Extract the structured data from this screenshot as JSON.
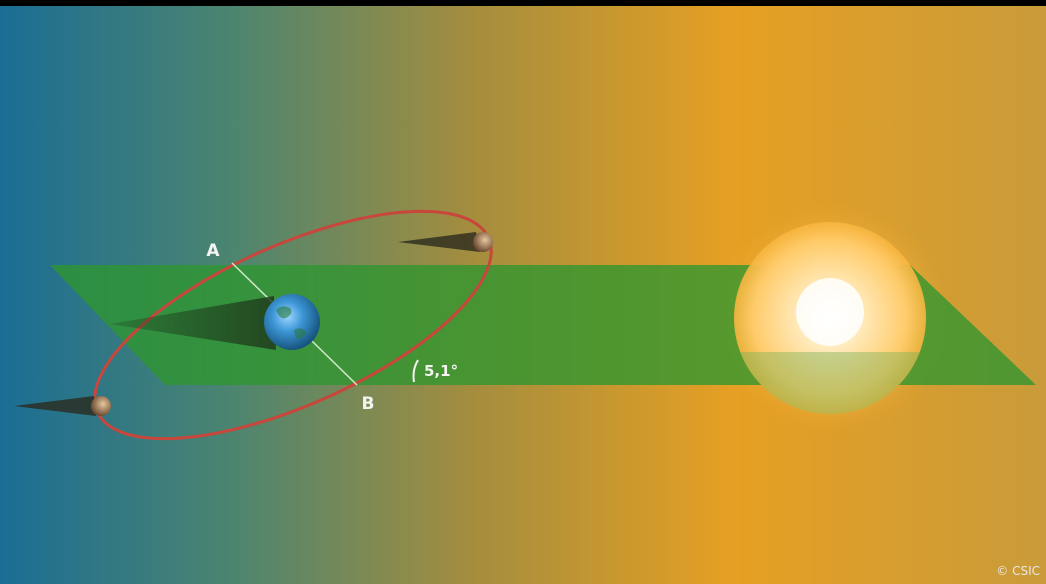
{
  "labels": {
    "node_a": "A",
    "node_b": "B",
    "inclination": "5,1°",
    "credit": "© CSIC"
  },
  "colors": {
    "background_left": "#1a6f95",
    "background_right": "#f2a421",
    "ecliptic_plane": "#2f9a2f",
    "lunar_orbit": "#c8463b",
    "earth": "#3a8fd0",
    "sun_core": "#ffffff",
    "sun_glow": "#ffd27a",
    "node_line": "#dff2d6"
  },
  "icons": {
    "earth": "earth-sphere-icon",
    "sun": "sun-sphere-icon",
    "moon": "moon-icon"
  }
}
